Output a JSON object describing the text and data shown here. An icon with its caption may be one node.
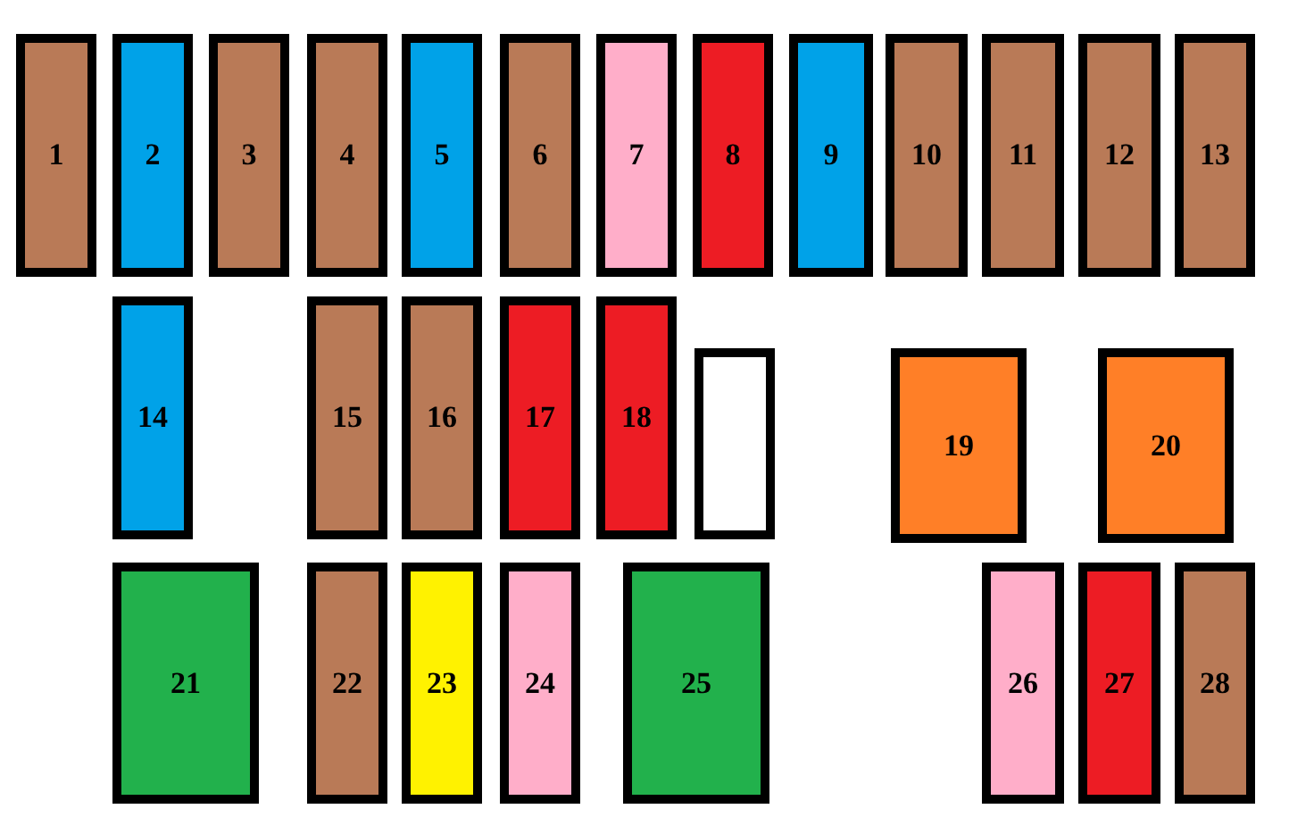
{
  "diagram": {
    "nodes": [
      {
        "text": [
          "1"
        ]
      },
      {
        "text": [
          "2"
        ]
      },
      {
        "text": [
          "3"
        ]
      },
      {
        "text": [
          "4"
        ]
      },
      {
        "text": [
          "5"
        ]
      },
      {
        "text": [
          "6"
        ]
      },
      {
        "text": [
          "7"
        ]
      },
      {
        "text": [
          "8"
        ]
      },
      {
        "text": [
          "9"
        ]
      },
      {
        "text": [
          "10"
        ]
      },
      {
        "text": [
          "11"
        ]
      },
      {
        "text": [
          "12"
        ]
      },
      {
        "text": [
          "13"
        ]
      },
      {
        "text": [
          "14"
        ]
      },
      {
        "text": [
          "15"
        ]
      },
      {
        "text": [
          "16"
        ]
      },
      {
        "text": [
          "17"
        ]
      },
      {
        "text": [
          "18"
        ]
      },
      {
        "text": [],
        "shape": "box"
      },
      {
        "text": [
          "19"
        ]
      },
      {
        "text": [
          "20"
        ]
      },
      {
        "text": [
          "21"
        ]
      },
      {
        "text": [
          "22"
        ]
      },
      {
        "text": [
          "23"
        ]
      },
      {
        "text": [
          "24"
        ]
      },
      {
        "text": [
          "25"
        ]
      },
      {
        "text": [
          "26"
        ]
      },
      {
        "text": [
          "27"
        ]
      },
      {
        "text": [
          "28"
        ]
      }
    ]
  }
}
